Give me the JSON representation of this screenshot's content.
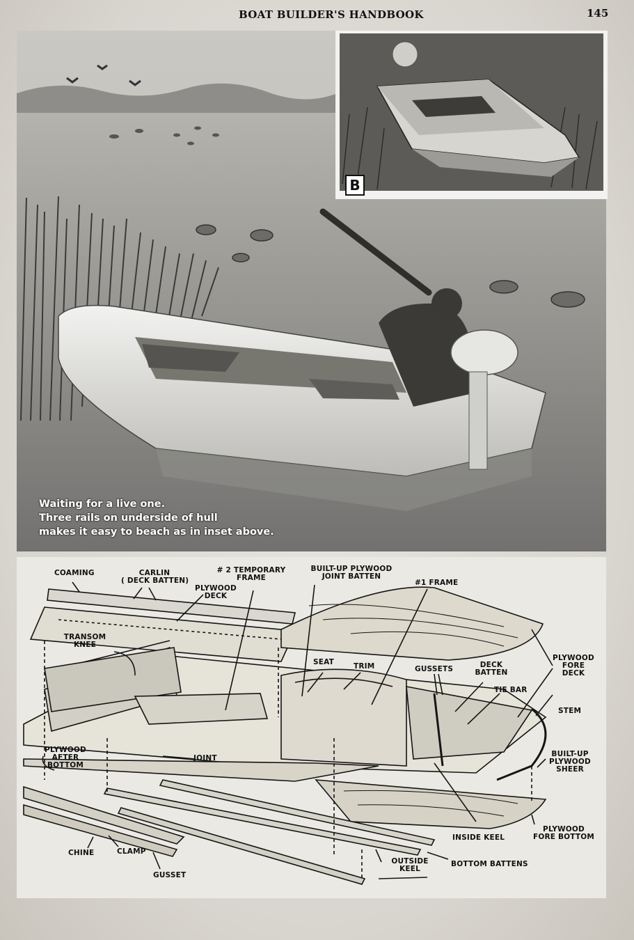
{
  "header": {
    "title": "BOAT BUILDER'S HANDBOOK",
    "page_number": "145"
  },
  "photo": {
    "caption": [
      "Waiting for a live one.",
      "Three rails on underside of hull",
      "makes it easy to beach as in inset above."
    ],
    "inset_letter": "B"
  },
  "diagram": {
    "labels": {
      "coaming": "COAMING",
      "carlin_1": "CARLIN",
      "carlin_2": "( DECK BATTEN)",
      "temp_frame_1": "# 2  TEMPORARY",
      "temp_frame_2": "FRAME",
      "plywood_deck_1": "PLYWOOD",
      "plywood_deck_2": "DECK",
      "joint_batten_1": "BUILT-UP PLYWOOD",
      "joint_batten_2": "JOINT BATTEN",
      "frame_1": "#1 FRAME",
      "transom_knee_1": "TRANSOM",
      "transom_knee_2": "KNEE",
      "seat": "SEAT",
      "trim": "TRIM",
      "gussets": "GUSSETS",
      "deck_batten_1": "DECK",
      "deck_batten_2": "BATTEN",
      "fore_deck_1": "PLYWOOD",
      "fore_deck_2": "FORE",
      "fore_deck_3": "DECK",
      "tie_bar": "TIE BAR",
      "stem": "STEM",
      "after_bottom_1": "PLYWOOD",
      "after_bottom_2": "AFTER",
      "after_bottom_3": "BOTTOM",
      "joint": "JOINT",
      "sheer_1": "BUILT-UP",
      "sheer_2": "PLYWOOD",
      "sheer_3": "SHEER",
      "fore_bottom_1": "PLYWOOD",
      "fore_bottom_2": "FORE BOTTOM",
      "inside_keel": "INSIDE KEEL",
      "chine": "CHINE",
      "clamp": "CLAMP",
      "gusset": "GUSSET",
      "outside_keel_1": "OUTSIDE",
      "outside_keel_2": "KEEL",
      "bottom_battens": "BOTTOM BATTENS"
    }
  }
}
